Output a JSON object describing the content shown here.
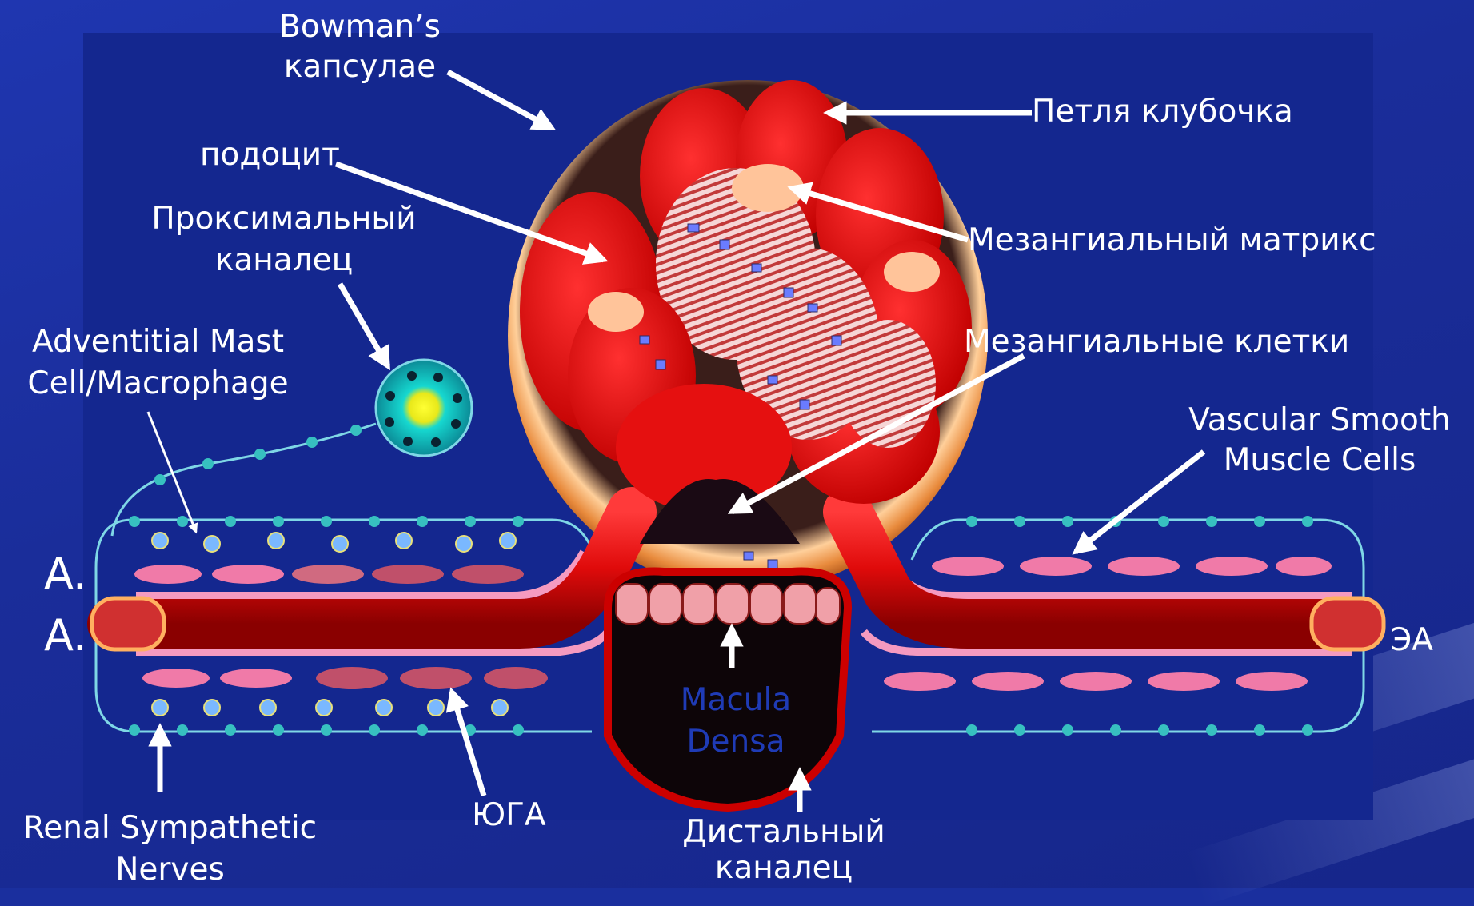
{
  "labels": {
    "bowman_line1": "Bowman’s",
    "bowman_line2": "капсулае",
    "glomerular_loop": "Петля клубочка",
    "podocyte": "подоцит",
    "proximal_line1": "Проксимальный",
    "proximal_line2": "каналец",
    "mesangial_matrix": "Мезангиальный матрикс",
    "mast_line1": "Adventitial Mast",
    "mast_line2": "Cell/Macrophage",
    "mesangial_cells": "Мезангиальные клетки",
    "vsmc_line1": "Vascular Smooth",
    "vsmc_line2": "Muscle Cells",
    "aa_line1": "A.",
    "aa_line2": "A.",
    "ea": "ЭА",
    "macula_line1": "Macula",
    "macula_line2": "Densa",
    "renal_line1": "Renal Sympathetic",
    "renal_line2": "Nerves",
    "jga": "ЮГА",
    "distal_line1": "Дистальный",
    "distal_line2": "каналец"
  },
  "colors": {
    "background": "#1a2f9e",
    "panel": "#14278f",
    "vessel": "#e01010",
    "capsule": "#f0a060",
    "label_text": "#ffffff",
    "macula_text": "#1f3bb5"
  }
}
